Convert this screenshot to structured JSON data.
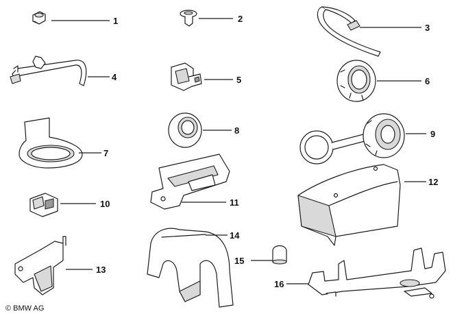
{
  "parts": [
    {
      "id": "part-1",
      "number": "1"
    },
    {
      "id": "part-2",
      "number": "2"
    },
    {
      "id": "part-3",
      "number": "3"
    },
    {
      "id": "part-4",
      "number": "4"
    },
    {
      "id": "part-5",
      "number": "5"
    },
    {
      "id": "part-6",
      "number": "6"
    },
    {
      "id": "part-7",
      "number": "7"
    },
    {
      "id": "part-8",
      "number": "8"
    },
    {
      "id": "part-9",
      "number": "9"
    },
    {
      "id": "part-10",
      "number": "10"
    },
    {
      "id": "part-11",
      "number": "11"
    },
    {
      "id": "part-12",
      "number": "12"
    },
    {
      "id": "part-13",
      "number": "13"
    },
    {
      "id": "part-14",
      "number": "14"
    },
    {
      "id": "part-15",
      "number": "15"
    },
    {
      "id": "part-16",
      "number": "16"
    }
  ],
  "copyright": "© BMW AG",
  "colors": {
    "line": "#1a1a1a",
    "background": "#ffffff",
    "shade": "#d9d9d9"
  }
}
